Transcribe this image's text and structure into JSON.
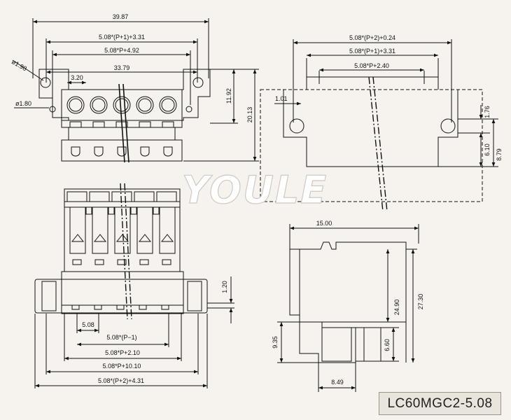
{
  "watermark": "YOULE",
  "model": "LC60MGC2-5.08",
  "top_view": {
    "dims": {
      "overall_width": "39.87",
      "p1_span": "5.08*(P+1)+3.31",
      "p_span": "5.08*P+4.92",
      "inner_span": "33.79",
      "pitch": "3.20",
      "hole_large": "ø1.98",
      "hole_small": "ø1.80",
      "height_inner": "11.92",
      "height_total": "20.13"
    }
  },
  "cutout_view": {
    "dims": {
      "p2_span": "5.08*(P+2)+0.24",
      "p1_span": "5.08*(P+1)+3.31",
      "p_span": "5.08*P+2.40",
      "offset": "1.01",
      "v1": "1.76",
      "v2": "6.10",
      "v3": "8.79"
    }
  },
  "front_view": {
    "dims": {
      "pitch": "5.08",
      "pm1": "5.08*(P−1)",
      "p_plus": "5.08*P+2.10",
      "p_plus10": "5.08*P+10.10",
      "p2_plus": "5.08*(P+2)+4.31",
      "side": "1.20"
    }
  },
  "side_view": {
    "dims": {
      "width": "15.00",
      "h1": "24.90",
      "h2": "27.30",
      "left": "9.35",
      "mid": "6.60",
      "bottom": "8.49"
    }
  }
}
